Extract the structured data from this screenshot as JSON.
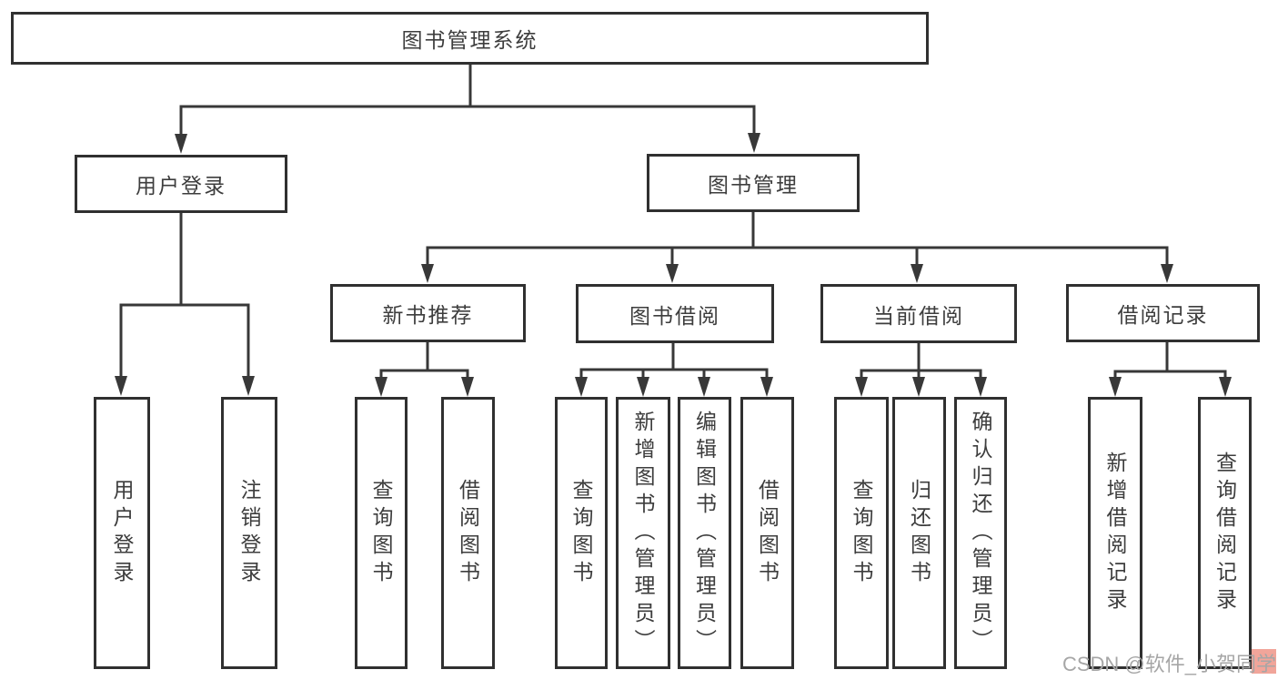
{
  "diagram": {
    "title": "图书管理系统",
    "type_hint": "hierarchy-tree",
    "colors": {
      "background": "#ffffff",
      "line": "#383838",
      "box_border": "#303030",
      "text": "#3d3d3d",
      "watermark_text": "#a6a6a6",
      "watermark_highlight": "#e97464"
    }
  },
  "nodes": {
    "root": {
      "label": "图书管理系统"
    },
    "level2": [
      {
        "label": "用户登录"
      },
      {
        "label": "图书管理"
      }
    ],
    "level3": [
      {
        "label": "新书推荐"
      },
      {
        "label": "图书借阅"
      },
      {
        "label": "当前借阅"
      },
      {
        "label": "借阅记录"
      }
    ],
    "leaves": [
      {
        "label": "用户登录",
        "parent": "用户登录"
      },
      {
        "label": "注销登录",
        "parent": "用户登录"
      },
      {
        "label": "查询图书",
        "parent": "新书推荐"
      },
      {
        "label": "借阅图书",
        "parent": "新书推荐"
      },
      {
        "label": "查询图书",
        "parent": "图书借阅"
      },
      {
        "label": "新增图书（管理员）",
        "parent": "图书借阅"
      },
      {
        "label": "编辑图书（管理员）",
        "parent": "图书借阅"
      },
      {
        "label": "借阅图书",
        "parent": "图书借阅"
      },
      {
        "label": "查询图书",
        "parent": "当前借阅"
      },
      {
        "label": "归还图书",
        "parent": "当前借阅"
      },
      {
        "label": "确认归还（管理员）",
        "parent": "当前借阅"
      },
      {
        "label": "新增借阅记录",
        "parent": "借阅记录"
      },
      {
        "label": "查询借阅记录",
        "parent": "借阅记录"
      }
    ]
  },
  "watermark": {
    "text": "CSDN @软件_小贺同学"
  }
}
